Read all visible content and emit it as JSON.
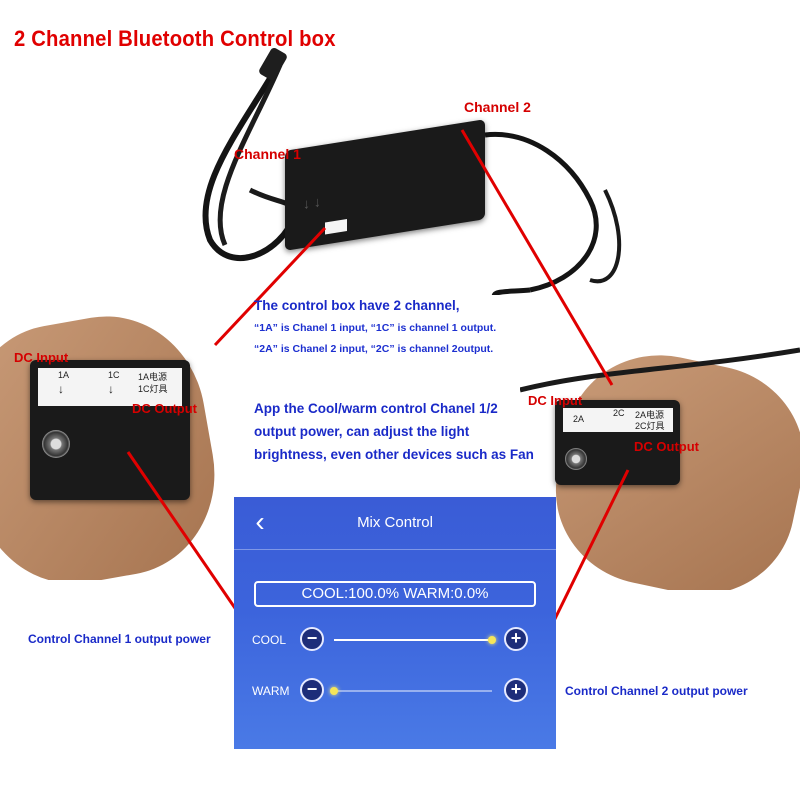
{
  "title": "2 Channel Bluetooth Control box",
  "labels": {
    "channel1": "Channel 1",
    "channel2": "Channel 2",
    "dc_input_left": "DC Input",
    "dc_output_left": "DC Output",
    "dc_input_right": "DC Input",
    "dc_output_right": "DC Output"
  },
  "description": {
    "line1": "The control box have 2 channel,",
    "line2": "“1A” is Chanel 1 input, “1C” is channel 1 output.",
    "line3": "“2A” is Chanel 2 input, “2C” is channel 2output.",
    "app_text": "App the Cool/warm control Chanel 1/2 output power, can adjust the light brightness, even other devices such as Fan"
  },
  "box_labels": {
    "left_1a": "1A",
    "left_1c": "1C",
    "left_cn1": "1A电源",
    "left_cn2": "1C灯具",
    "right_2a": "2A",
    "right_2c": "2C",
    "right_cn1": "2A电源",
    "right_cn2": "2C灯具"
  },
  "app": {
    "title": "Mix Control",
    "readout": "COOL:100.0%   WARM:0.0%",
    "cool_label": "COOL",
    "warm_label": "WARM",
    "minus": "−",
    "plus": "+",
    "cool_level": 1.0,
    "warm_level": 0.0
  },
  "controls": {
    "channel1_power": "Control Channel 1 output power",
    "channel2_power": "Control Channel 2 output power"
  },
  "colors": {
    "label_red": "#d50000",
    "note_blue": "#1a2ac8",
    "app_blue": "#3c64dc"
  },
  "icons": {
    "back": "chevron-left-icon",
    "down_arrow": "arrow-down-icon"
  }
}
